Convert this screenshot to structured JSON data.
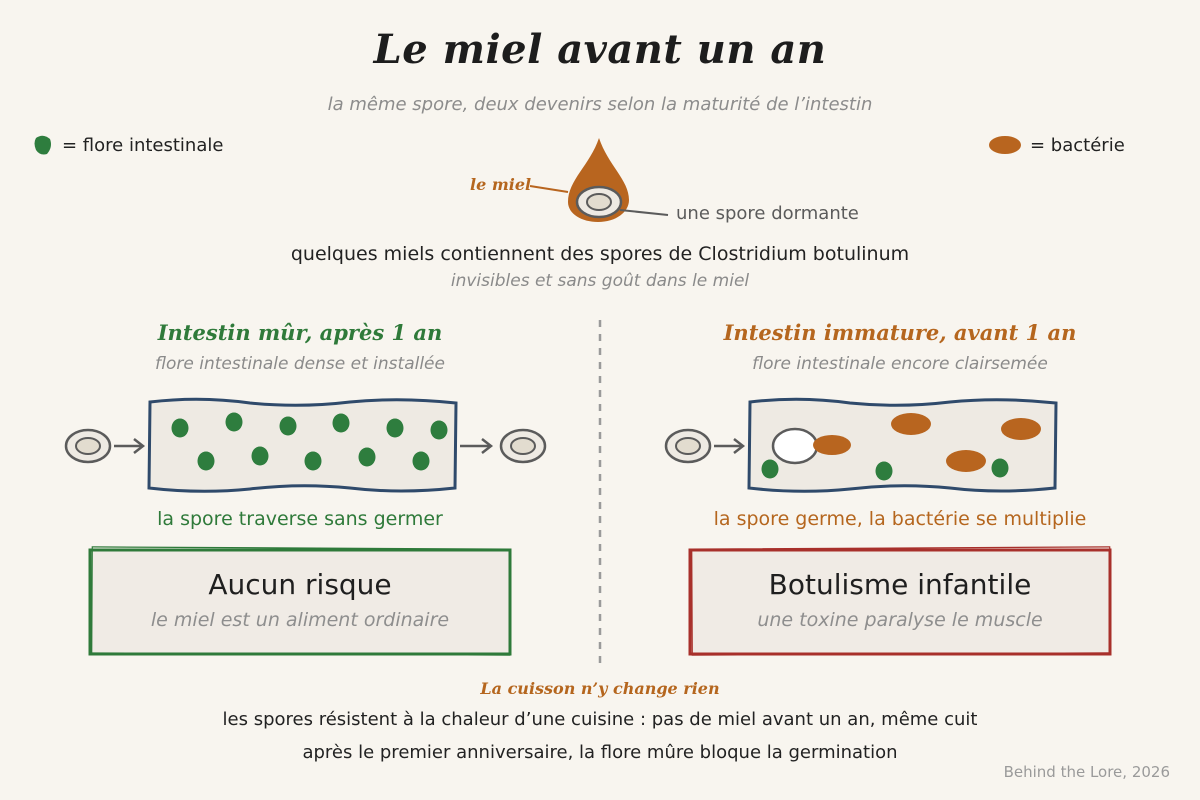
{
  "title": "Le miel avant un an",
  "subtitle": "la même spore, deux devenirs selon la maturité de l’intestin",
  "legend": {
    "flora": "= flore intestinale",
    "bacteria": "= bactérie"
  },
  "honey": {
    "label": "le miel",
    "spore_label": "une spore dormante",
    "caption": "quelques miels contiennent des spores de Clostridium botulinum",
    "caption_sub": "invisibles et sans goût dans le miel"
  },
  "left": {
    "heading": "Intestin mûr, après 1 an",
    "subheading": "flore intestinale dense et installée",
    "outcome": "la spore traverse sans germer",
    "box_title": "Aucun risque",
    "box_sub": "le miel est un aliment ordinaire"
  },
  "right": {
    "heading": "Intestin immature, avant 1 an",
    "subheading": "flore intestinale encore clairsemée",
    "outcome": "la spore germe, la bactérie se multiplie",
    "box_title": "Botulisme infantile",
    "box_sub": "une toxine paralyse le muscle"
  },
  "footer": {
    "heading": "La cuisson n’y change rien",
    "line1": "les spores résistent à la chaleur d’une cuisine : pas de miel avant un an, même cuit",
    "line2": "après le premier anniversaire, la flore mûre bloque la germination",
    "credit": "Behind the Lore, 2026"
  },
  "colors": {
    "background": "#f8f5ef",
    "flora": "#2e7d3e",
    "bacteria": "#b8651f",
    "intestine_border": "#2f4a6b",
    "safe_border": "#2f7a3a",
    "danger_border": "#a8302b",
    "box_fill": "#f0ebe5"
  }
}
